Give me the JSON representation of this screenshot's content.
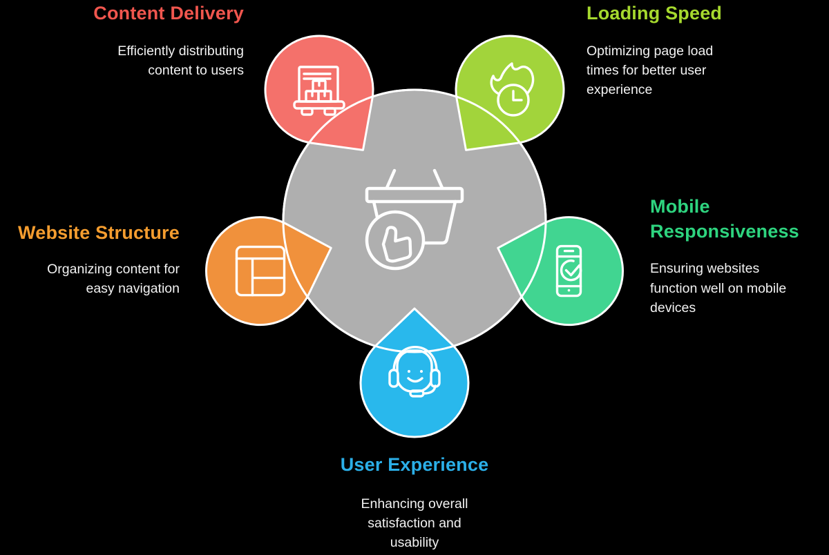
{
  "diagram": {
    "background": "#000000",
    "outline_color": "#FFFFFF",
    "center": {
      "icon": "shopping-basket-thumbs-up-icon",
      "fill": "#AFAFAF"
    },
    "items": [
      {
        "id": "content-delivery",
        "title": "Content Delivery",
        "description": "Efficiently distributing\ncontent to users",
        "fill": "#F4716B",
        "title_color": "#F0564E",
        "icon": "delivery-truck-boxes-icon",
        "position": "top-left"
      },
      {
        "id": "loading-speed",
        "title": "Loading Speed",
        "description": "Optimizing page load\ntimes for better user\nexperience",
        "fill": "#A2D43B",
        "title_color": "#A6D92E",
        "icon": "flame-clock-icon",
        "position": "top-right"
      },
      {
        "id": "mobile-responsiveness",
        "title": "Mobile\nResponsiveness",
        "description": "Ensuring websites\nfunction well on mobile\ndevices",
        "fill": "#41D591",
        "title_color": "#2ED47F",
        "icon": "smartphone-check-icon",
        "position": "right"
      },
      {
        "id": "user-experience",
        "title": "User Experience",
        "description": "Enhancing overall\nsatisfaction and\nusability",
        "fill": "#29B8EC",
        "title_color": "#2BAFE8",
        "icon": "headset-support-icon",
        "position": "bottom"
      },
      {
        "id": "website-structure",
        "title": "Website Structure",
        "description": "Organizing content for\neasy navigation",
        "fill": "#F0913C",
        "title_color": "#F59D2F",
        "icon": "browser-layout-icon",
        "position": "left"
      }
    ]
  }
}
